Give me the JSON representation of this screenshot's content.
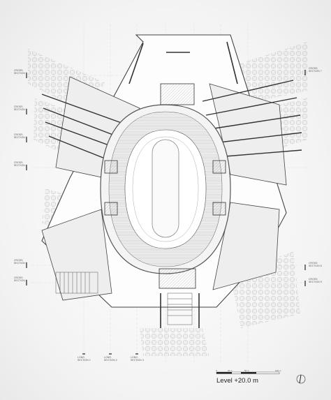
{
  "plan": {
    "level_label": "Level +20.0 m",
    "section_labels": {
      "left": [
        "CROSS\nSECTION 1",
        "CROSS\nSECTION 2",
        "CROSS\nSECTION 3",
        "CROSS\nSECTION 4",
        "CROSS\nSECTION 5",
        "CROSS\nSECTION 6"
      ],
      "right": [
        "CROSS\nSECTION 7",
        "CROSS\nSECTION 8",
        "CROSS\nSECTION 9"
      ],
      "bottom": [
        "LONG.\nSECTION 1",
        "LONG.\nSECTION 2",
        "LONG.\nSECTION 3"
      ]
    },
    "scale_bar": {
      "ticks": [
        "0",
        "20 m",
        "50 m",
        "100 m"
      ]
    },
    "north_arrow": {
      "icon": "north-arrow-icon"
    }
  }
}
